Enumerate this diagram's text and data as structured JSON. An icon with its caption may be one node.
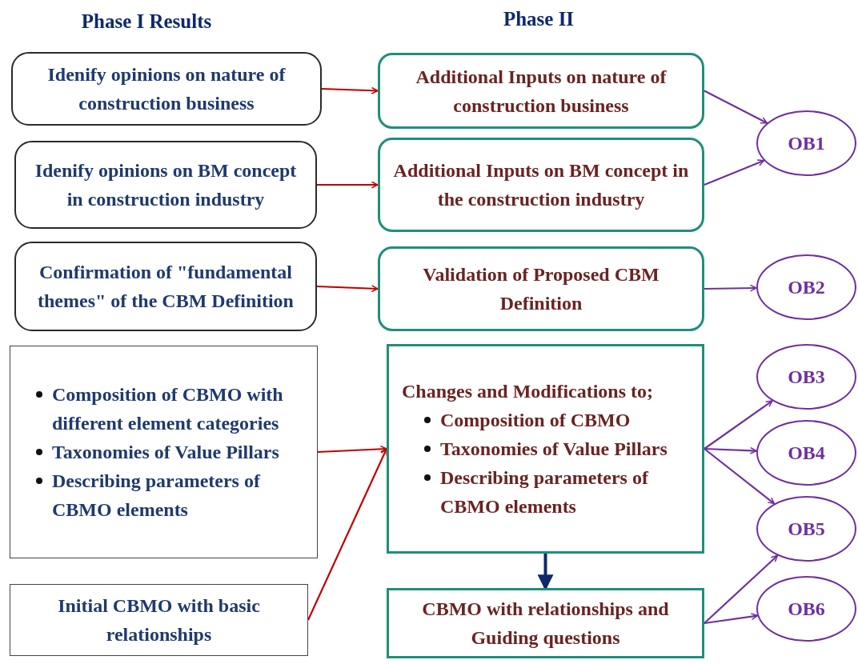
{
  "diagram": {
    "nodes": [
      {
        "text": [
          "Idenify opinions on nature of construction business"
        ]
      },
      {
        "text": [
          "Additional Inputs on nature of construction business"
        ]
      },
      {
        "text": [
          "OB1"
        ]
      },
      {
        "text": [
          "Idenify opinions on BM concept in construction industry"
        ]
      },
      {
        "text": [
          "Additional Inputs on BM concept in the construction industry"
        ]
      },
      {
        "text": [
          "Confirmation of \"fundamental themes\" of the CBM Definition"
        ]
      },
      {
        "text": [
          "Validation of Proposed CBM Definition"
        ]
      },
      {
        "text": [
          "OB2"
        ]
      },
      {
        "text": [
          "Composition of CBMO with different element categories",
          "Taxonomies of Value Pillars",
          "Describing parameters of CBMO elements"
        ]
      },
      {
        "text": [
          "Changes and Modifications to;",
          "Composition of CBMO",
          "Taxonomies of Value Pillars",
          "Describing parameters of CBMO elements"
        ]
      },
      {
        "text": [
          "OB3"
        ]
      },
      {
        "text": [
          "OB4"
        ]
      },
      {
        "text": [
          "OB5"
        ]
      },
      {
        "text": [
          "Initial CBMO with basic relationships"
        ]
      },
      {
        "text": [
          "CBMO with relationships and Guiding questions"
        ]
      },
      {
        "text": [
          "OB6"
        ]
      }
    ],
    "edges": [
      {
        "from": 0,
        "to": 1,
        "arrow": "to",
        "color": "#c00000"
      },
      {
        "from": 1,
        "to": 2,
        "arrow": "to"
      },
      {
        "from": 3,
        "to": 4,
        "arrow": "to",
        "color": "#c00000"
      },
      {
        "from": 4,
        "to": 2,
        "arrow": "to"
      },
      {
        "from": 5,
        "to": 6,
        "arrow": "to",
        "color": "#c00000"
      },
      {
        "from": 6,
        "to": 7,
        "arrow": "to"
      },
      {
        "from": 8,
        "to": 9,
        "arrow": "to",
        "color": "#c00000"
      },
      {
        "from": 13,
        "to": 9,
        "arrow": "to",
        "color": "#c00000"
      },
      {
        "from": 9,
        "to": 14,
        "arrow": "to",
        "style": "thick",
        "color": "#0d2a6b"
      },
      {
        "from": 9,
        "to": 10,
        "arrow": "to"
      },
      {
        "from": 9,
        "to": 11,
        "arrow": "to"
      },
      {
        "from": 9,
        "to": 12,
        "arrow": "to"
      },
      {
        "from": 14,
        "to": 12,
        "arrow": "to"
      },
      {
        "from": 14,
        "to": 15,
        "arrow": "to"
      }
    ],
    "labels": [
      "Phase I Results",
      "Phase II"
    ]
  }
}
